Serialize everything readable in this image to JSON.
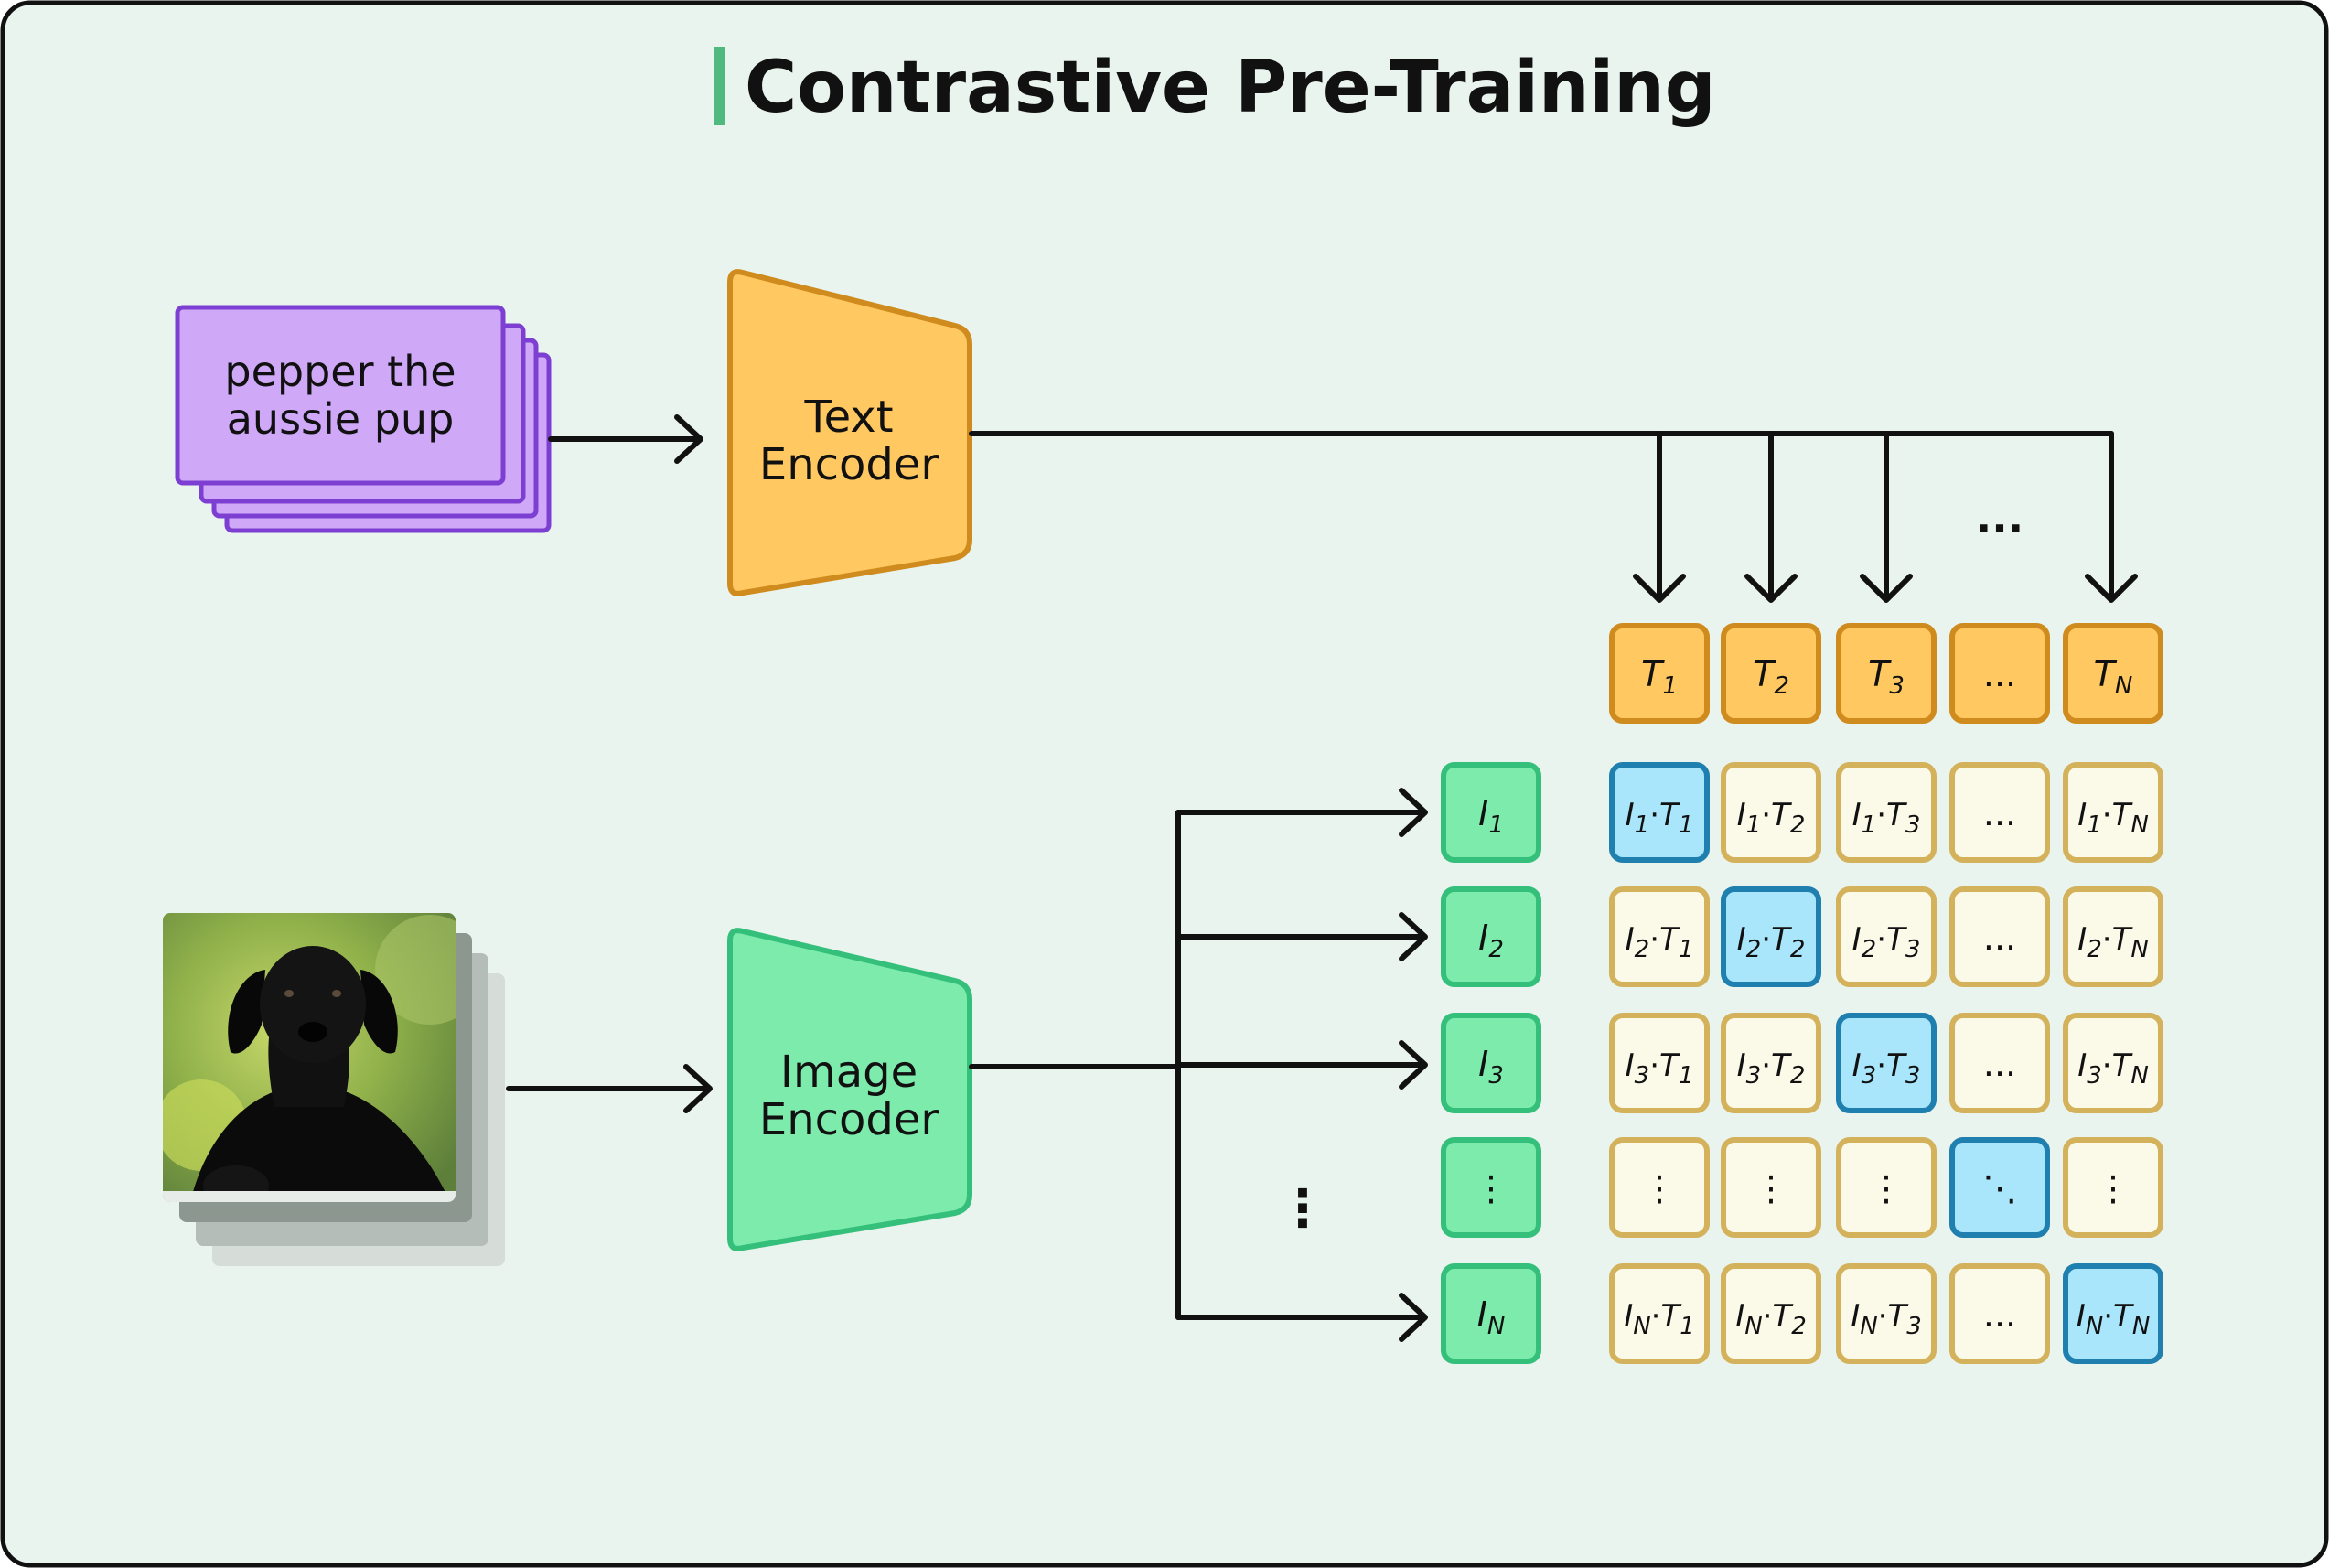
{
  "title": "Contrastive Pre-Training",
  "caption_text": [
    "pepper the",
    "aussie pup"
  ],
  "text_encoder_label": [
    "Text",
    "Encoder"
  ],
  "image_encoder_label": [
    "Image",
    "Encoder"
  ],
  "text_ellipsis": "...",
  "image_ellipsis": "⋮",
  "text_embeddings": [
    {
      "base": "T",
      "sub": "1"
    },
    {
      "base": "T",
      "sub": "2"
    },
    {
      "base": "T",
      "sub": "3"
    },
    {
      "base": "...",
      "sub": ""
    },
    {
      "base": "T",
      "sub": "N"
    }
  ],
  "image_embeddings": [
    {
      "base": "I",
      "sub": "1"
    },
    {
      "base": "I",
      "sub": "2"
    },
    {
      "base": "I",
      "sub": "3"
    },
    {
      "base": "⋮",
      "sub": ""
    },
    {
      "base": "I",
      "sub": "N"
    }
  ],
  "colors": {
    "panel_bg": "#eaf4ef",
    "text_card": "#cfa8f7",
    "text_card_border": "#7c3fd1",
    "text_encoder": "#ffc861",
    "text_encoder_border": "#cf8b1d",
    "image_encoder": "#7cebab",
    "image_encoder_border": "#34c07a",
    "cell": "#fbf9e8",
    "cell_border": "#d3b25b",
    "diag_cell": "#a9e6fb",
    "diag_cell_border": "#1f7fae",
    "accent_bar": "#4fb97f"
  },
  "icons": {
    "photo": "black-labrador-puppy-photo-icon"
  }
}
